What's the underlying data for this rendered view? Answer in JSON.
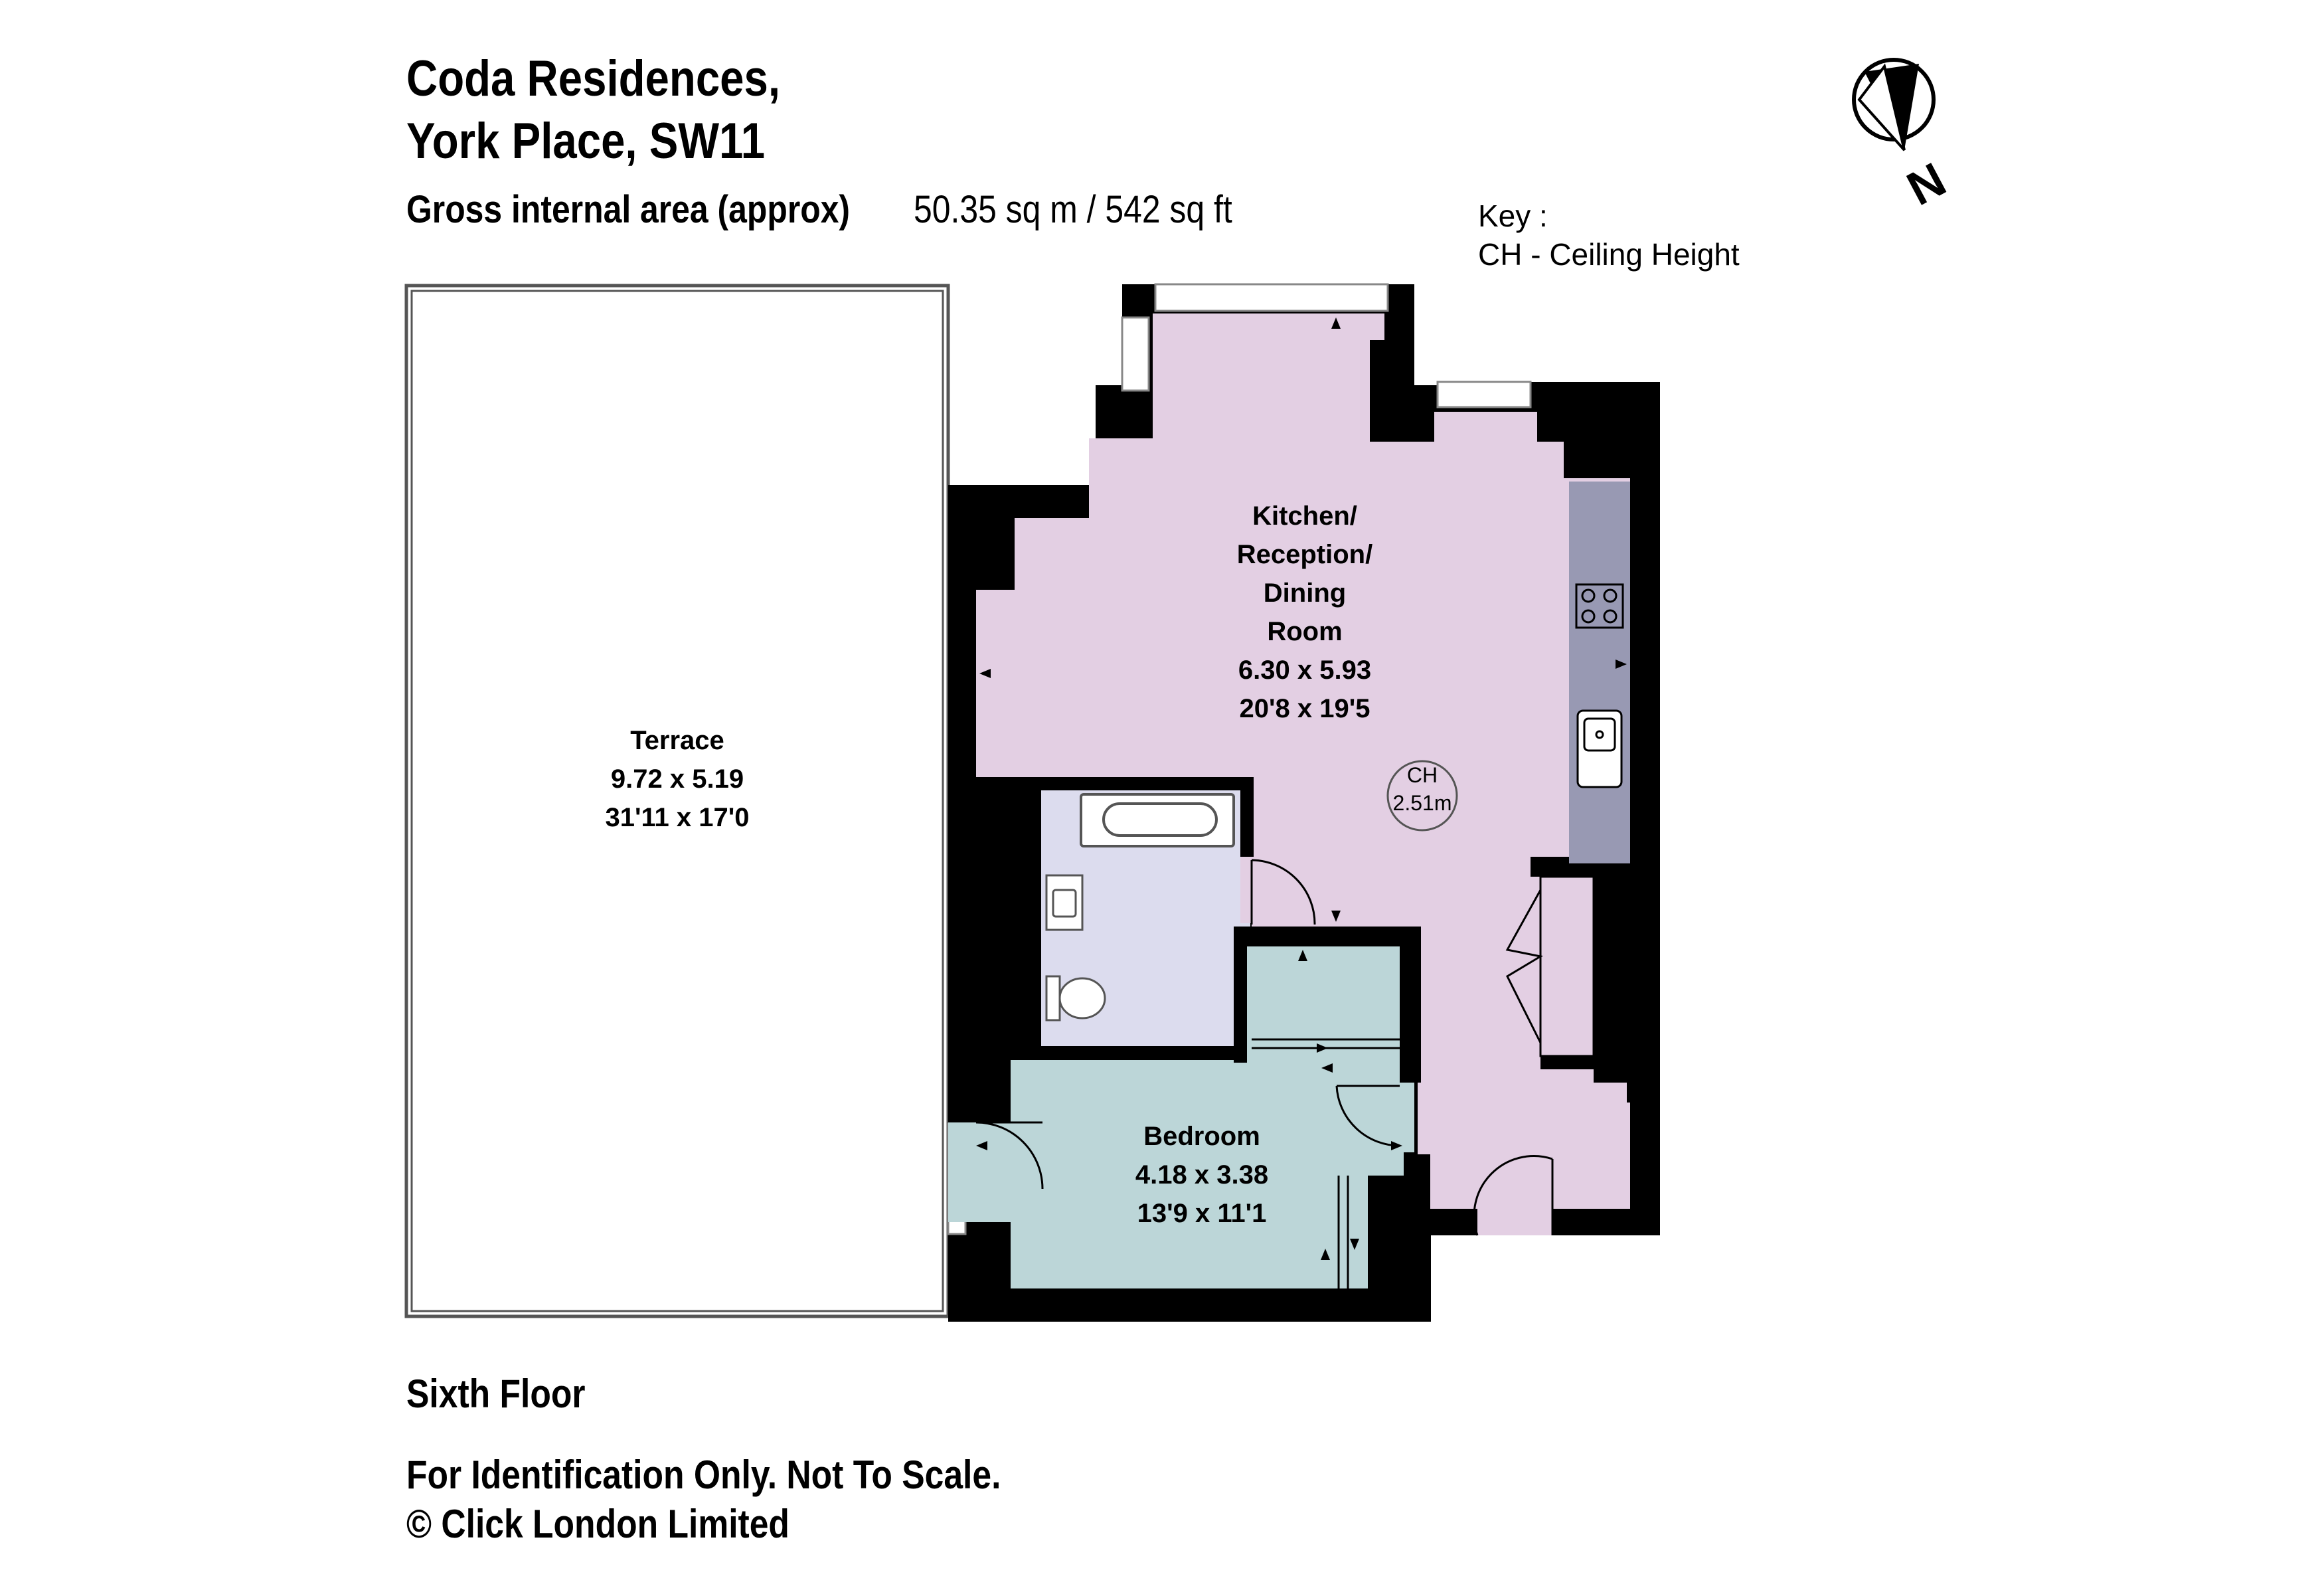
{
  "header": {
    "title_line1": "Coda Residences,",
    "title_line2": "York Place, SW11",
    "area_label": "Gross internal area (approx)",
    "area_value": "50.35 sq m /  542 sq ft"
  },
  "key": {
    "heading": "Key :",
    "entry": "CH - Ceiling Height"
  },
  "compass": {
    "label": "N"
  },
  "rooms": {
    "terrace": {
      "name": "Terrace",
      "metric": "9.72 x 5.19",
      "imperial": "31'11 x 17'0"
    },
    "kitchen": {
      "line1": "Kitchen/",
      "line2": "Reception/",
      "line3": "Dining",
      "line4": "Room",
      "metric": "6.30 x 5.93",
      "imperial": "20'8 x 19'5"
    },
    "bedroom": {
      "name": "Bedroom",
      "metric": "4.18 x 3.38",
      "imperial": "13'9 x 11'1"
    }
  },
  "ceiling": {
    "label": "CH",
    "value": "2.51m"
  },
  "footer": {
    "floor": "Sixth Floor",
    "disclaimer": "For Identification Only. Not To Scale.",
    "copyright": "© Click London Limited"
  },
  "colors": {
    "kitchen_fill": "#e3cfe3",
    "bath_fill": "#dcdcee",
    "bedroom_fill": "#bcd6d8",
    "worktop_fill": "#9899b3",
    "wall": "#000000"
  }
}
